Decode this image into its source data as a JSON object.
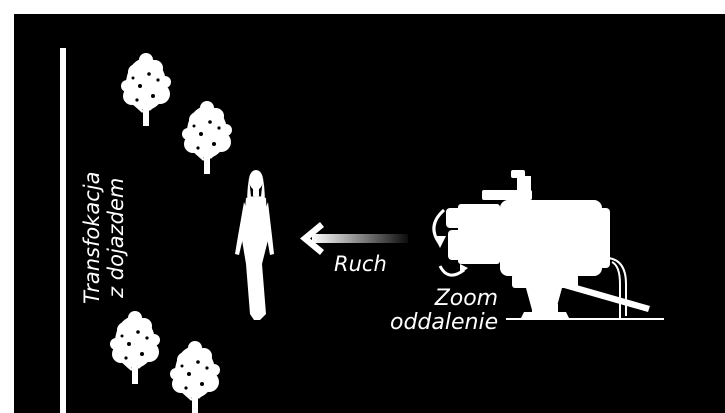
{
  "diagram": {
    "vertical_label_line1": "Transfokacja",
    "vertical_label_line2": "z dojazdem",
    "motion_label": "Ruch",
    "zoom_label_line1": "Zoom",
    "zoom_label_line2": "oddalenie"
  },
  "colors": {
    "background": "#000000",
    "foreground": "#ffffff",
    "page": "#ffffff"
  },
  "icons": [
    "tree-icon",
    "woman-silhouette-icon",
    "video-camera-icon",
    "motion-arrow-icon",
    "rotation-arrow-icon"
  ]
}
